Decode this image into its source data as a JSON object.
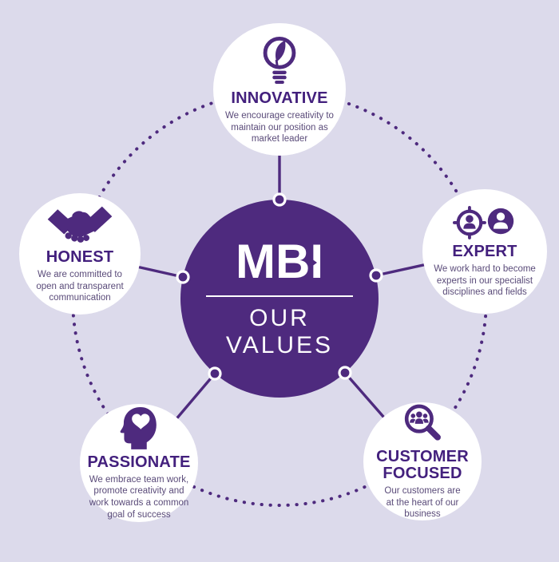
{
  "colors": {
    "background": "#dcdaeb",
    "primary_purple": "#4e2a7e",
    "heading_purple": "#43207d",
    "body_text_purple": "#5a4b79",
    "white": "#ffffff"
  },
  "center": {
    "logo_prefix": "MB",
    "logo_suffix": "I",
    "logo_full": "MBI",
    "subtitle": "OUR VALUES"
  },
  "values": [
    {
      "id": "innovative",
      "label": "INNOVATIVE",
      "description": "We encourage creativity to maintain our position as market leader",
      "icon": "lightbulb-leaf-icon"
    },
    {
      "id": "honest",
      "label": "HONEST",
      "description": "We are committed to open and transparent communication",
      "icon": "handshake-icon"
    },
    {
      "id": "expert",
      "label": "EXPERT",
      "description": "We work hard to become experts in our specialist disciplines and fields",
      "icon": "people-target-icon"
    },
    {
      "id": "passionate",
      "label": "PASSIONATE",
      "description": "We embrace team work, promote creativity and work towards a common goal of success",
      "icon": "head-heart-icon"
    },
    {
      "id": "customer-focused",
      "label": "CUSTOMER FOCUSED",
      "description": "Our customers are at the heart of our business",
      "icon": "magnifier-people-icon"
    }
  ]
}
